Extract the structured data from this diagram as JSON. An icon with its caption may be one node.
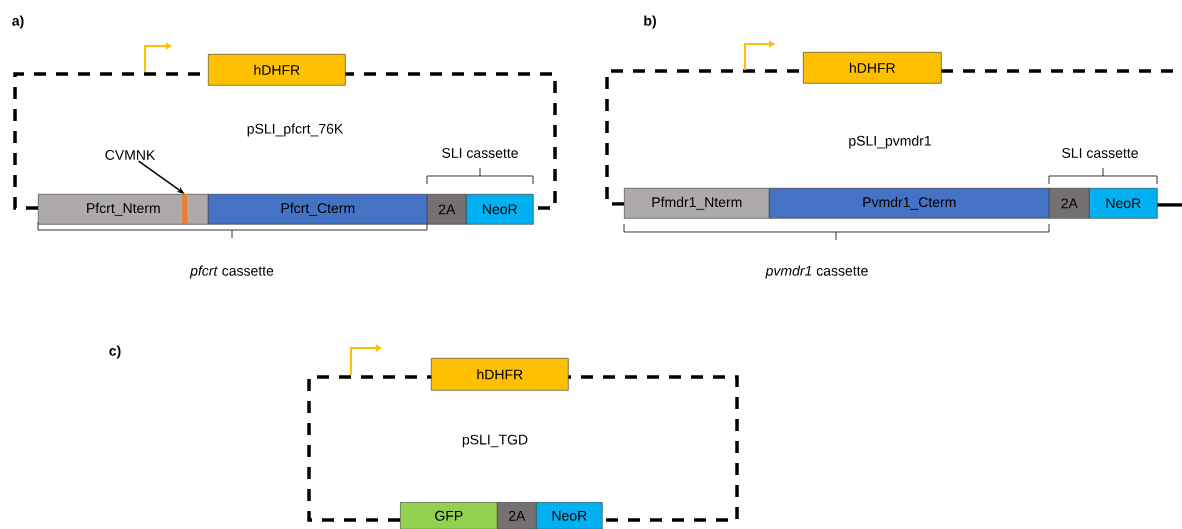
{
  "diagram": {
    "nodes": [
      {
        "text": [
          "hDHFR"
        ]
      },
      {
        "text": [
          "Pfcrt_Nterm"
        ]
      },
      {
        "text": [
          "Pfcrt_Cterm"
        ]
      },
      {
        "text": [
          "2A"
        ]
      },
      {
        "text": [
          "NeoR"
        ]
      },
      {
        "text": [
          "CVMNK"
        ]
      },
      {
        "text": [],
        "shape": "bar",
        "in": 1
      },
      {
        "text": [
          "hDHFR"
        ]
      },
      {
        "text": [
          "Pfmdr1_Nterm"
        ]
      },
      {
        "text": [
          "Pvmdr1_Cterm"
        ]
      },
      {
        "text": [
          "2A"
        ]
      },
      {
        "text": [
          "NeoR"
        ]
      },
      {
        "text": [
          "hDHFR"
        ]
      },
      {
        "text": [
          "GFP"
        ]
      },
      {
        "text": [
          "2A"
        ]
      },
      {
        "text": [
          "NeoR"
        ]
      }
    ],
    "edges": [
      {
        "from": 5,
        "to": 6,
        "arrow": "to"
      }
    ],
    "labels": [
      "a)",
      "pSLI_pfcrt_76K",
      "SLI cassette",
      "*pfcrt* cassette",
      "b)",
      "pSLI_pvmdr1",
      "SLI cassette",
      "*pvmdr1* cassette",
      "c)",
      "pSLI_TGD"
    ]
  }
}
